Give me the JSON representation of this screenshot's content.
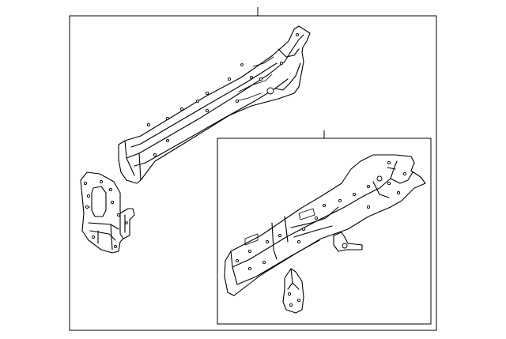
{
  "diagram": {
    "type": "exploded-parts-illustration",
    "background": "#ffffff",
    "line_color": "#000000",
    "groups": [
      {
        "name": "main-assembly-frame"
      },
      {
        "name": "sub-assembly-frame"
      }
    ],
    "parts": [
      "upper-rail",
      "front-bracket",
      "small-bracket-tab",
      "lower-rail",
      "small-clip",
      "vertical-bracket"
    ]
  }
}
